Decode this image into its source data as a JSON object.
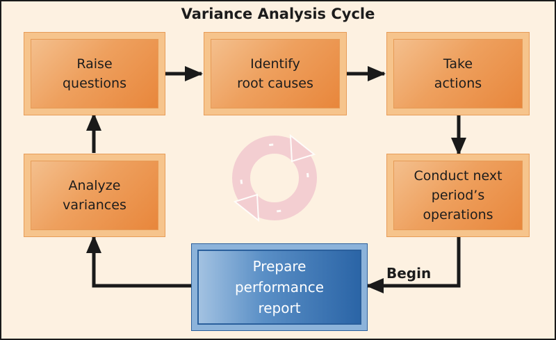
{
  "diagram": {
    "title": "Variance Analysis Cycle",
    "begin_label": "Begin",
    "nodes": {
      "raise_questions": {
        "lines": [
          "Raise",
          "questions"
        ]
      },
      "identify_root_causes": {
        "lines": [
          "Identify",
          "root causes"
        ]
      },
      "take_actions": {
        "lines": [
          "Take",
          "actions"
        ]
      },
      "conduct_next_period": {
        "lines": [
          "Conduct next",
          "period’s",
          "operations"
        ]
      },
      "prepare_report": {
        "lines": [
          "Prepare",
          "performance",
          "report"
        ]
      },
      "analyze_variances": {
        "lines": [
          "Analyze",
          "variances"
        ]
      }
    },
    "colors": {
      "orange_box": "#ee9f5c",
      "blue_box": "#3a72b0",
      "arrow": "#1a1a1a",
      "cycle_icon": "#f2c9cf",
      "background": "#fdf1e1"
    }
  }
}
